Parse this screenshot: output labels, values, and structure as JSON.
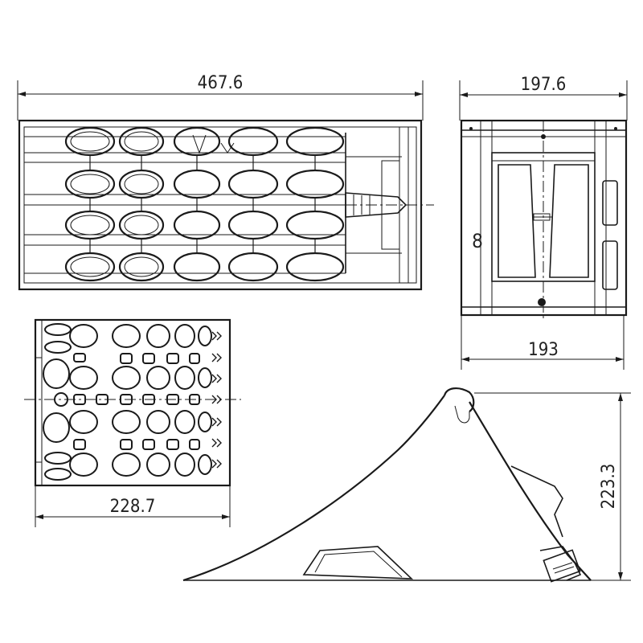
{
  "views": {
    "top_view": {
      "dimension_label": "467.6"
    },
    "side_view": {
      "top_dimension_label": "197.6",
      "bottom_dimension_label": "193"
    },
    "bottom_view": {
      "dimension_label": "228.7"
    },
    "profile_view": {
      "height_dimension_label": "223.3"
    }
  },
  "colors": {
    "line": "#1a1a1a",
    "background": "#ffffff"
  }
}
